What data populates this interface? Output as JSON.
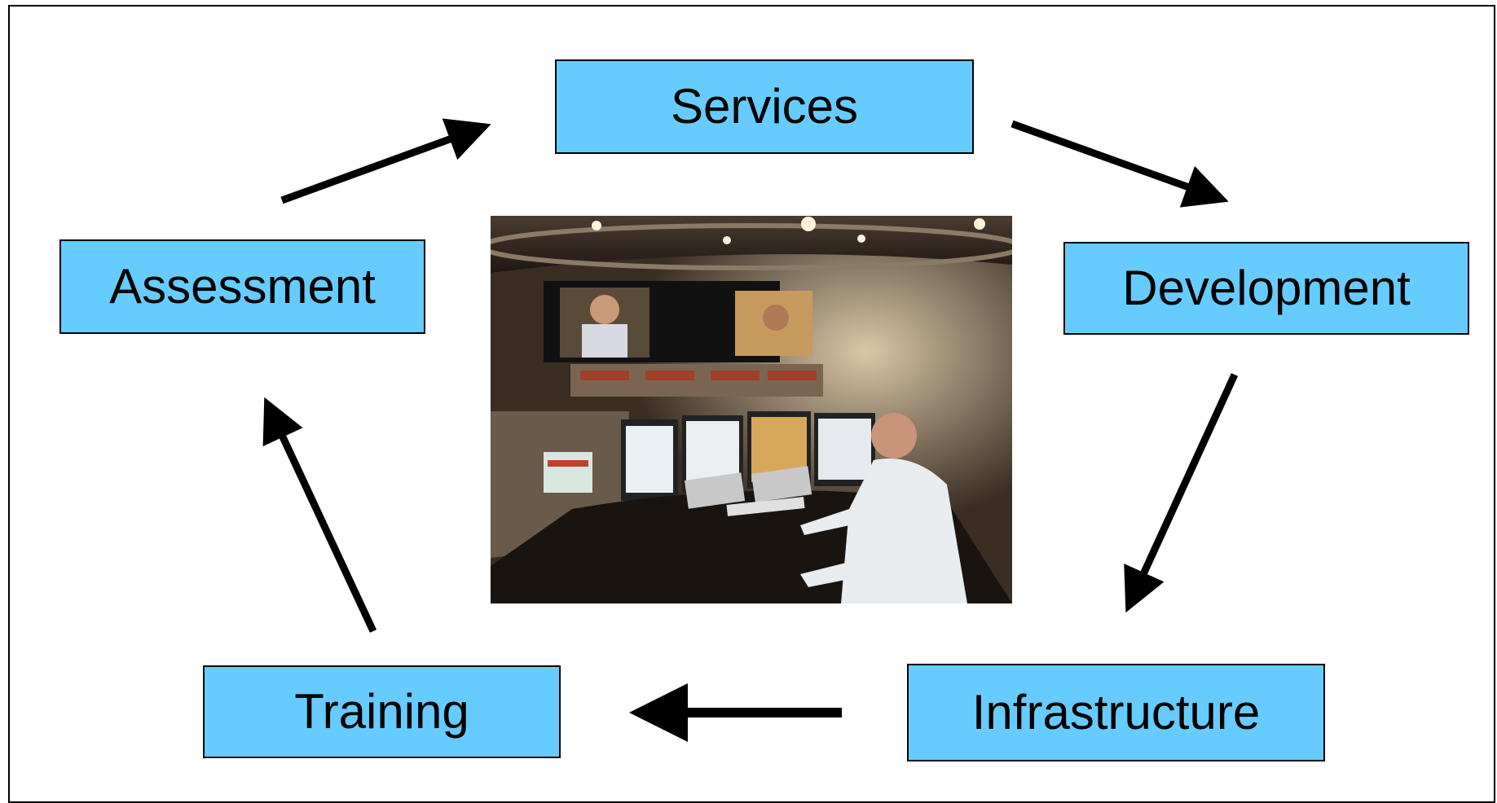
{
  "diagram": {
    "box_color": "#66ccff",
    "nodes": {
      "services": "Services",
      "development": "Development",
      "infrastructure": "Infrastructure",
      "training": "Training",
      "assessment": "Assessment"
    },
    "cycle": [
      "Services",
      "Development",
      "Infrastructure",
      "Training",
      "Assessment"
    ],
    "center_image": "control-room-photo"
  }
}
